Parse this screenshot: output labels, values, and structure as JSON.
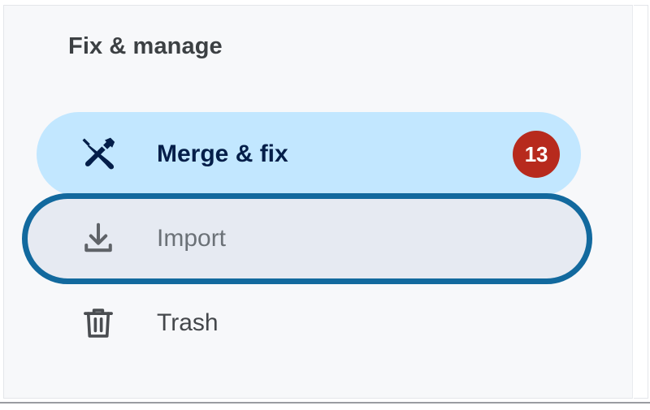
{
  "section": {
    "title": "Fix & manage"
  },
  "colors": {
    "panel_background": "#f7f8fa",
    "selected_pill": "#c2e7ff",
    "focus_ring": "#12699e",
    "focused_pill_fill": "#e6eaf2",
    "badge_background": "#b72a1d",
    "badge_text": "#ffffff",
    "selected_label": "#041e49",
    "muted_label": "#6b7177",
    "normal_label": "#44474b",
    "title_text": "#3c4043"
  },
  "nav": {
    "items": [
      {
        "id": "merge-and-fix",
        "label": "Merge & fix",
        "icon": "hammer-screwdriver-icon",
        "badge": "13",
        "state": "selected"
      },
      {
        "id": "import",
        "label": "Import",
        "icon": "download-icon",
        "badge": null,
        "state": "focused"
      },
      {
        "id": "trash",
        "label": "Trash",
        "icon": "trash-icon",
        "badge": null,
        "state": "default"
      }
    ]
  }
}
